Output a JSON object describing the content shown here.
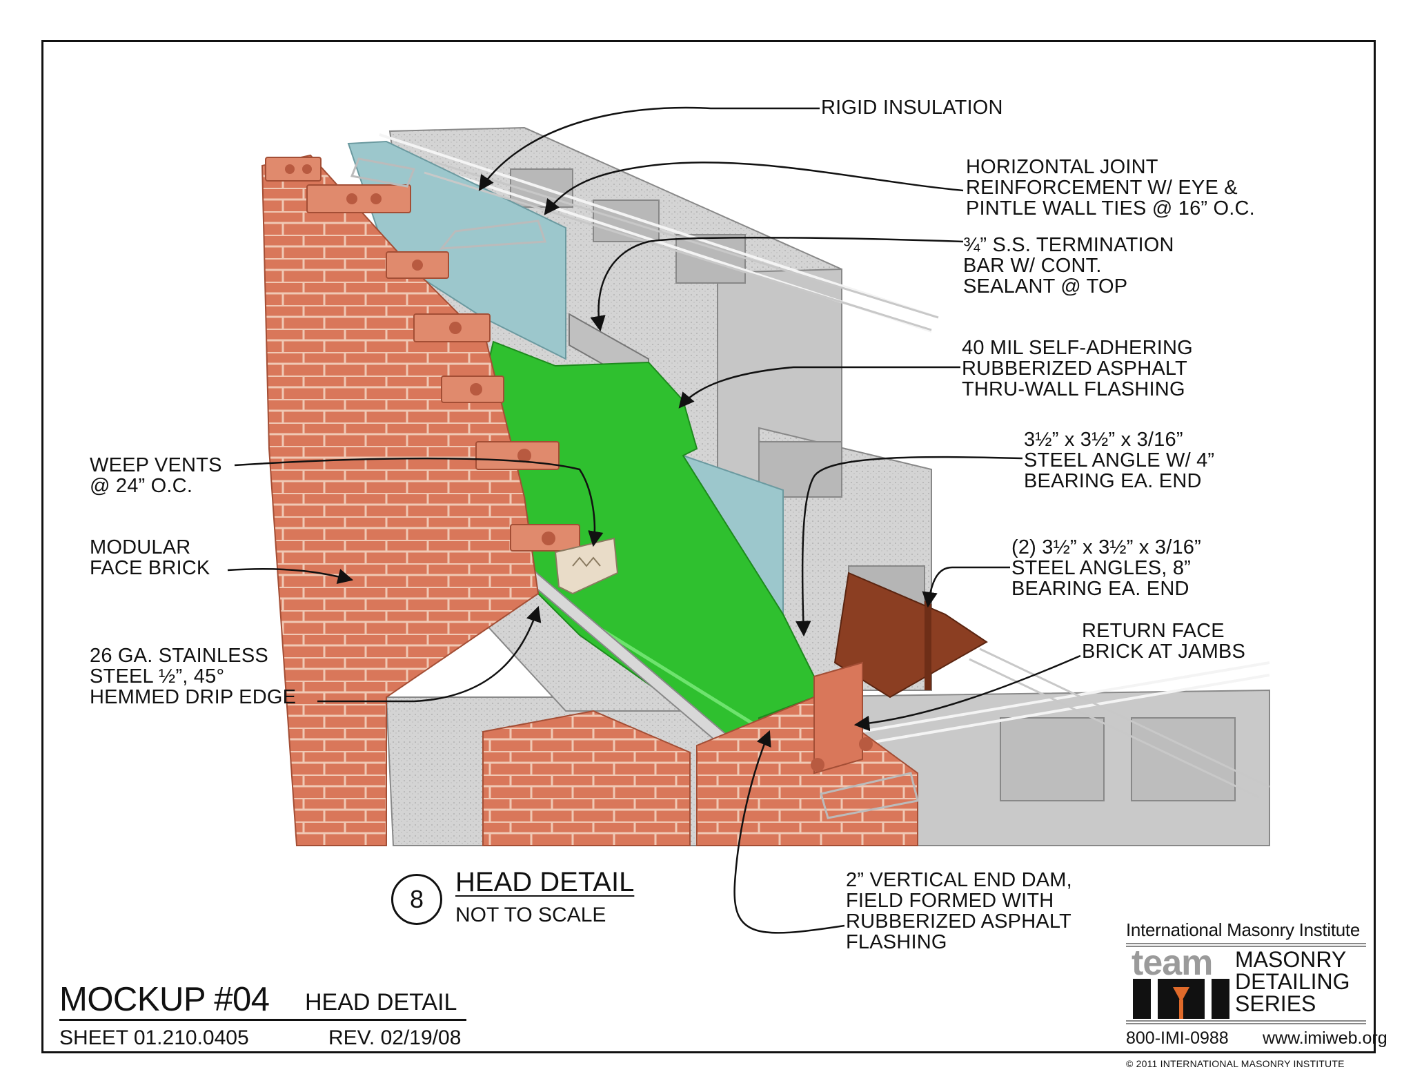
{
  "labels": {
    "rigid_insulation": [
      "RIGID INSULATION"
    ],
    "joint_reinforcement": [
      "HORIZONTAL JOINT",
      "REINFORCEMENT W/ EYE &",
      "PINTLE WALL TIES @ 16” O.C."
    ],
    "termination_bar": [
      "¾” S.S. TERMINATION",
      "BAR W/ CONT.",
      "SEALANT @ TOP"
    ],
    "flashing": [
      "40 MIL SELF-ADHERING",
      "RUBBERIZED ASPHALT",
      "THRU-WALL FLASHING"
    ],
    "steel_angle": [
      "3½” x 3½” x 3/16”",
      "STEEL ANGLE W/ 4”",
      "BEARING EA. END"
    ],
    "steel_angles_2": [
      "(2) 3½” x 3½” x 3/16”",
      "STEEL ANGLES, 8”",
      "BEARING EA. END"
    ],
    "return_brick": [
      "RETURN FACE",
      "BRICK AT JAMBS"
    ],
    "end_dam": [
      "2” VERTICAL END DAM,",
      "FIELD FORMED WITH",
      "RUBBERIZED ASPHALT",
      "FLASHING"
    ],
    "weep_vents": [
      "WEEP VENTS",
      "@ 24” O.C."
    ],
    "face_brick": [
      "MODULAR",
      "FACE BRICK"
    ],
    "drip_edge": [
      "26 GA. STAINLESS",
      "STEEL ½”, 45°",
      "HEMMED DRIP EDGE"
    ]
  },
  "detail": {
    "number": "8",
    "title": "HEAD DETAIL",
    "scale": "NOT TO SCALE"
  },
  "title_block": {
    "mockup": "MOCKUP #04",
    "subtitle": "HEAD DETAIL",
    "sheet": "SHEET 01.210.0405",
    "rev": "REV. 02/19/08"
  },
  "logo": {
    "org": "International Masonry Institute",
    "team": "team",
    "series": [
      "MASONRY",
      "DETAILING",
      "SERIES"
    ],
    "phone": "800-IMI-0988",
    "web": "www.imiweb.org"
  },
  "copyright": "© 2011 INTERNATIONAL MASONRY INSTITUTE",
  "colors": {
    "brick": "#d9775a",
    "brick_dark": "#b85a40",
    "insulation": "#9cc7cc",
    "flashing": "#2fc02f",
    "cmu": "#d2d2d2",
    "steel_angle": "#8b3e22"
  }
}
